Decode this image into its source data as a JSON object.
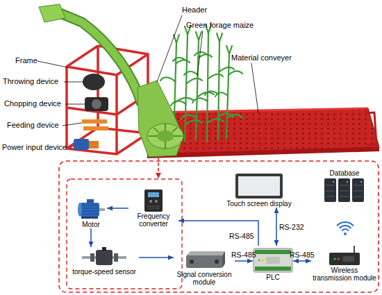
{
  "diagram": {
    "nodes": [
      {
        "text": [
          "Motor"
        ]
      },
      {
        "text": [
          "Frequency converter"
        ]
      },
      {
        "text": [
          "Touch screen display"
        ]
      },
      {
        "text": [
          "Database"
        ]
      },
      {
        "text": [
          "torque-speed sensor"
        ]
      },
      {
        "text": [
          "Signal conversion module"
        ]
      },
      {
        "text": [
          "PLC"
        ]
      },
      {
        "text": [
          "Wireless transmission module"
        ]
      }
    ],
    "edges": [
      {
        "from": 1,
        "to": 0,
        "arrow": "to"
      },
      {
        "from": 0,
        "to": 4,
        "arrow": "to"
      },
      {
        "from": 4,
        "to": 5,
        "arrow": "to"
      },
      {
        "from": 5,
        "to": 6,
        "label": "RS-485",
        "arrow": "to"
      },
      {
        "from": 6,
        "to": 1,
        "label": "RS-485",
        "arrow": "to"
      },
      {
        "from": 2,
        "to": 6,
        "label": "RS-232",
        "arrow": "both"
      },
      {
        "from": 6,
        "to": 7,
        "label": "RS-485",
        "arrow": "both"
      }
    ],
    "labels": [
      "Header",
      "Green forage maize",
      "Material conveyer",
      "Frame",
      "Throwing device",
      "Chopping device",
      "Feeding device",
      "Power input device"
    ]
  }
}
